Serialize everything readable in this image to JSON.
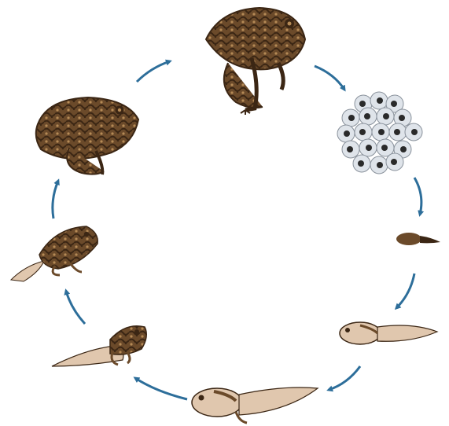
{
  "diagram": {
    "stages": [
      {
        "id": "adult-frog-top",
        "icon": "adult-frog-icon"
      },
      {
        "id": "egg-cluster",
        "icon": "frog-spawn-icon"
      },
      {
        "id": "hatchling",
        "icon": "hatchling-tadpole-icon"
      },
      {
        "id": "tadpole",
        "icon": "tadpole-icon"
      },
      {
        "id": "tadpole-with-legs",
        "icon": "tadpole-hind-legs-icon"
      },
      {
        "id": "froglet-with-tail",
        "icon": "froglet-tail-icon"
      },
      {
        "id": "young-frog",
        "icon": "young-frog-tail-icon"
      },
      {
        "id": "adult-frog-left",
        "icon": "adult-frog-icon"
      }
    ],
    "colors": {
      "arrow": "#2d6e9a",
      "frog_body": "#6b4a2a",
      "frog_dark": "#3b2614",
      "frog_light": "#b58a56",
      "tadpole_light": "#e0c7ae",
      "egg_shell": "#dfe4ea",
      "egg_core": "#2a2a2a"
    }
  }
}
